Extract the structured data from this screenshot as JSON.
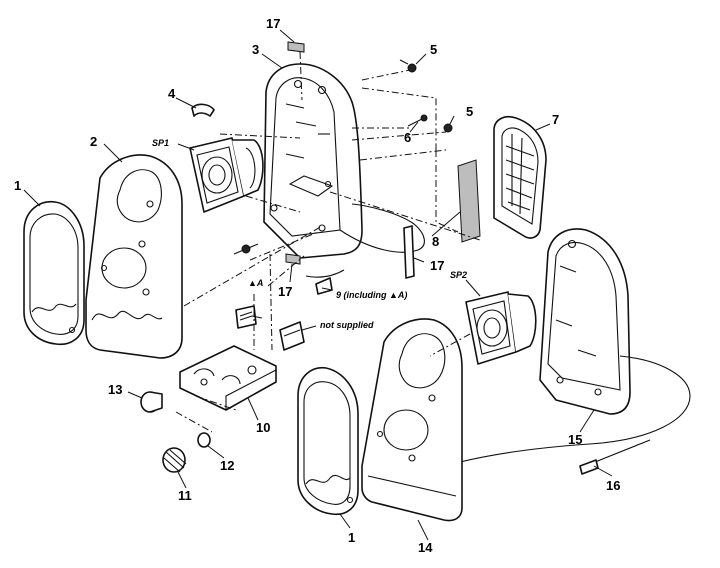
{
  "labels": {
    "p17_top": "17",
    "p3": "3",
    "p5_top": "5",
    "p4": "4",
    "p5_mid": "5",
    "p6": "6",
    "p7": "7",
    "p2": "2",
    "sp1": "SP1",
    "p1_left": "1",
    "p8": "8",
    "p17_right": "17",
    "p17_mid": "17",
    "a_mark": "▲A",
    "p9": "9 (including ▲A)",
    "sp2": "SP2",
    "not_supplied": "not supplied",
    "p13": "13",
    "p10": "10",
    "p12": "12",
    "p11": "11",
    "p15": "15",
    "p16": "16",
    "p1_bottom": "1",
    "p14": "14"
  }
}
